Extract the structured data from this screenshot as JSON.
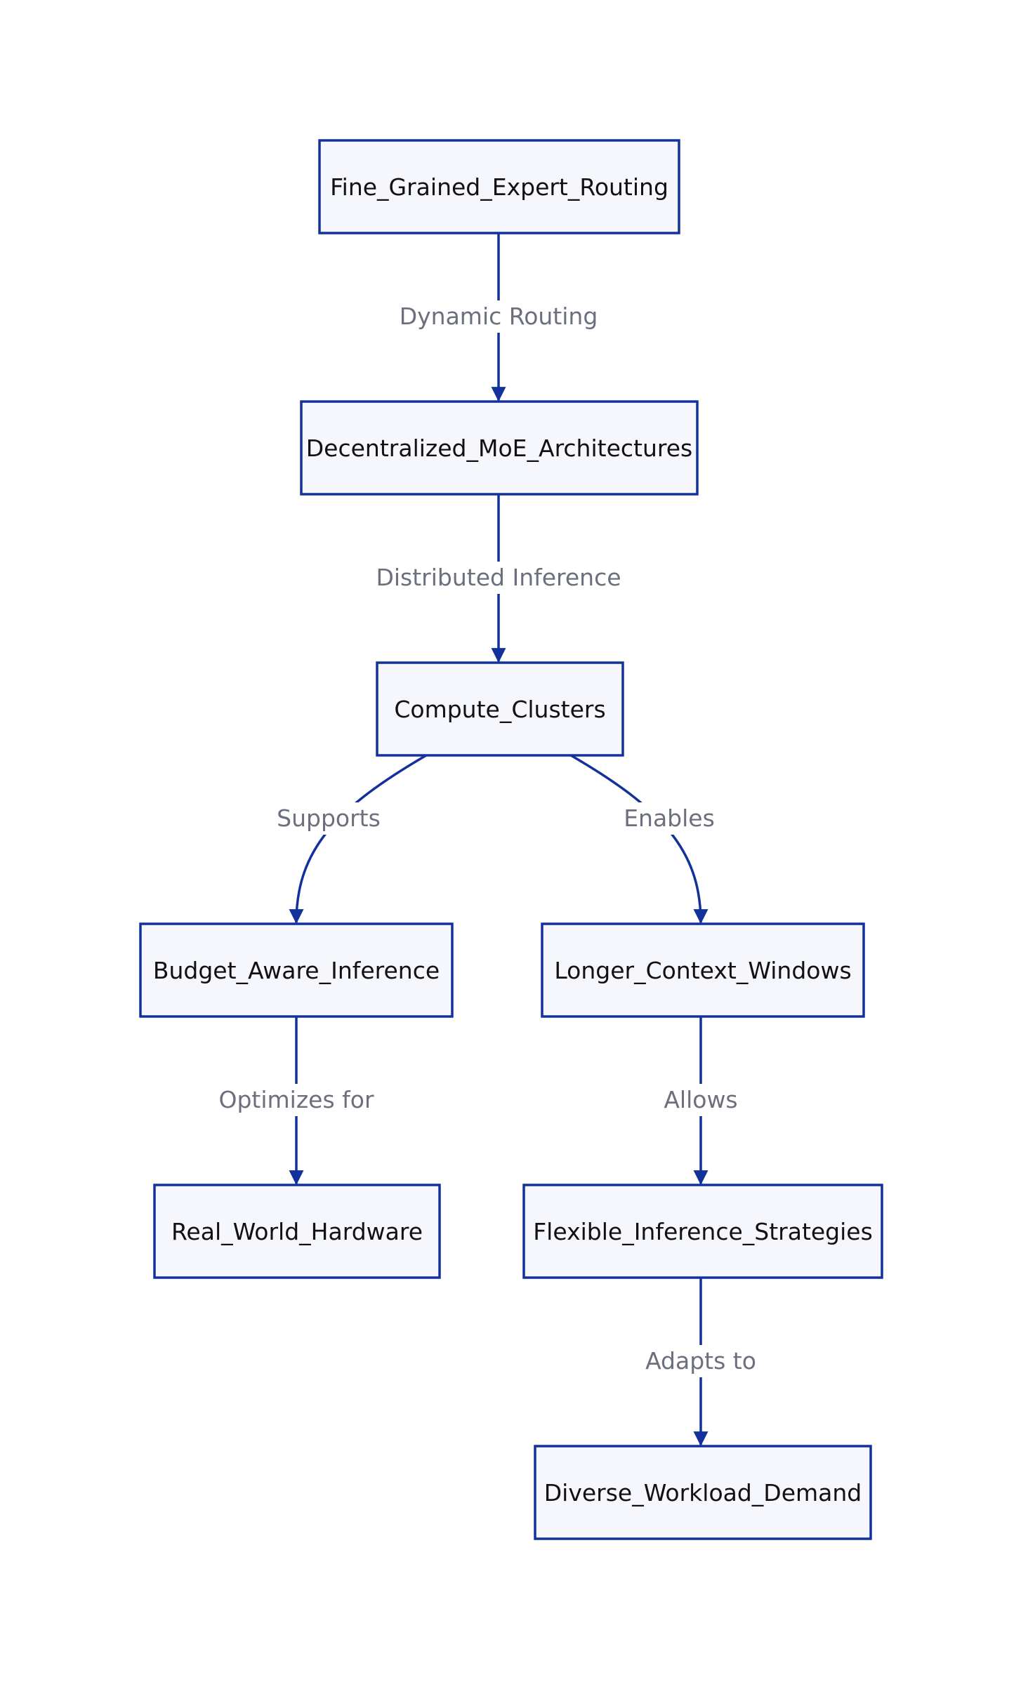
{
  "nodes": [
    {
      "id": "fine",
      "label": "Fine_Grained_Expert_Routing"
    },
    {
      "id": "decent",
      "label": "Decentralized_MoE_Architectures"
    },
    {
      "id": "compute",
      "label": "Compute_Clusters"
    },
    {
      "id": "budget",
      "label": "Budget_Aware_Inference"
    },
    {
      "id": "longer",
      "label": "Longer_Context_Windows"
    },
    {
      "id": "real",
      "label": "Real_World_Hardware"
    },
    {
      "id": "flexible",
      "label": "Flexible_Inference_Strategies"
    },
    {
      "id": "diverse",
      "label": "Diverse_Workload_Demand"
    }
  ],
  "edges": [
    {
      "from": "fine",
      "to": "decent",
      "label": "Dynamic Routing"
    },
    {
      "from": "decent",
      "to": "compute",
      "label": "Distributed Inference"
    },
    {
      "from": "compute",
      "to": "budget",
      "label": "Supports"
    },
    {
      "from": "compute",
      "to": "longer",
      "label": "Enables"
    },
    {
      "from": "budget",
      "to": "real",
      "label": "Optimizes for"
    },
    {
      "from": "longer",
      "to": "flexible",
      "label": "Allows"
    },
    {
      "from": "flexible",
      "to": "diverse",
      "label": "Adapts to"
    }
  ],
  "colors": {
    "node_fill": "#f6f7fc",
    "node_stroke": "#13319b",
    "edge_stroke": "#13319b",
    "edge_label_text": "#6b6f7e",
    "node_text": "#111111"
  }
}
